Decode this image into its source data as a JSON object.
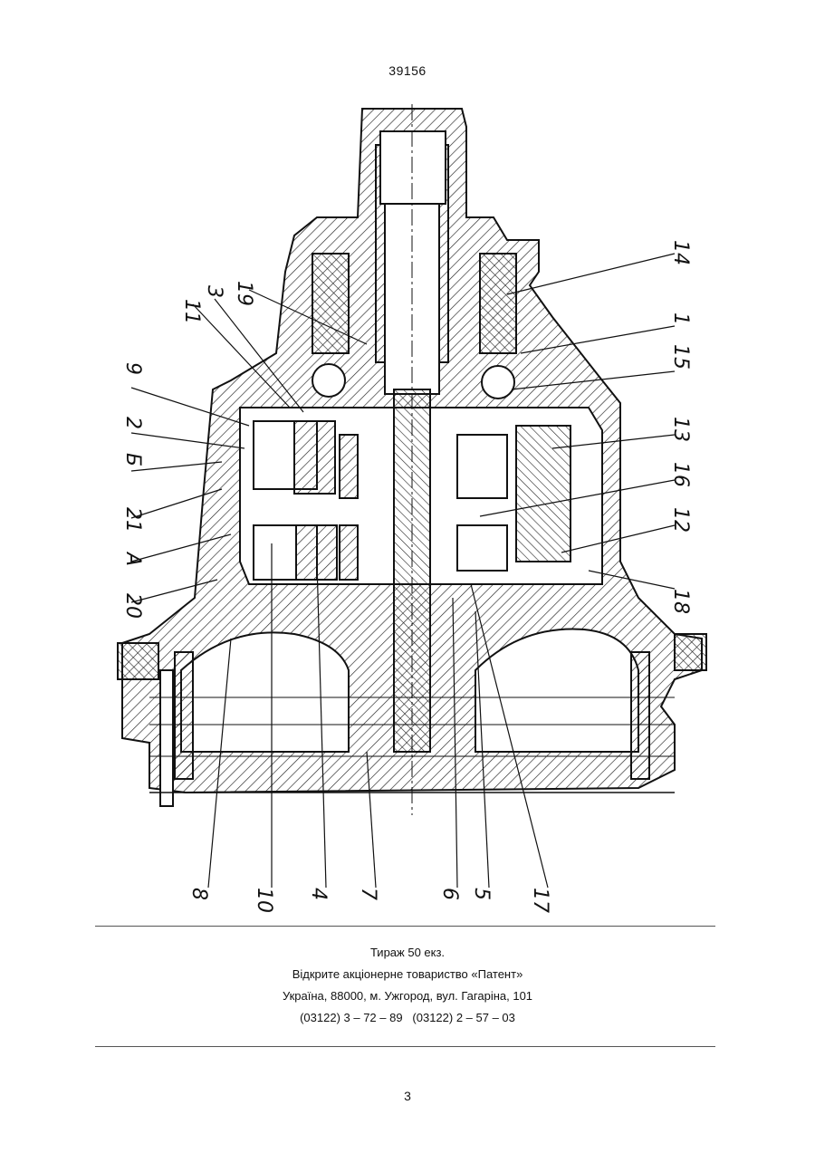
{
  "header": {
    "patent_number": "39156"
  },
  "figure": {
    "reference_labels": [
      "11",
      "3",
      "19",
      "9",
      "2",
      "Б",
      "21",
      "А",
      "20",
      "14",
      "1",
      "15",
      "13",
      "16",
      "12",
      "18",
      "8",
      "10",
      "4",
      "7",
      "6",
      "5",
      "17"
    ]
  },
  "imprint": {
    "circulation": "Тираж 50 екз.",
    "publisher": "Відкрите акціонерне товариство «Патент»",
    "address": "Україна, 88000, м. Ужгород, вул. Гагаріна, 101",
    "phones": "(03122) 3 – 72 – 89   (03122) 2 – 57 – 03"
  },
  "footer": {
    "page_number": "3"
  }
}
